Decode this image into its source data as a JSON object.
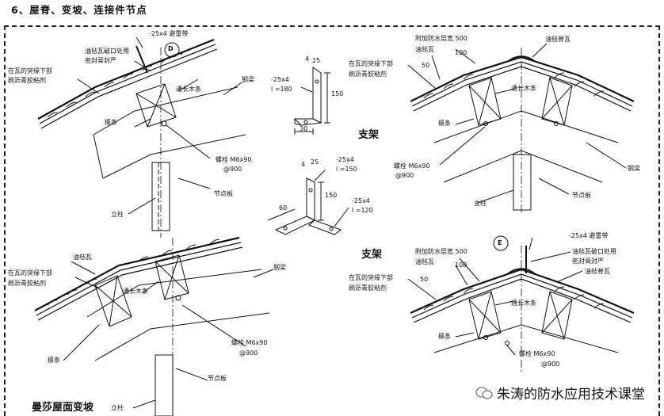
{
  "section_title": "6、屋脊、变坡、连接件节点",
  "top_left": {
    "flat_bar": "-25x4 避雷带",
    "marker": "D",
    "felt_break_1": "油毡瓦破口处用",
    "felt_break_2": "密封膏封严",
    "tile_edge_1": "在瓦的突缘下部",
    "tile_edge_2": "刷沥青胶粘剂",
    "timber": "通长木条",
    "steel_beam": "钢梁",
    "purlin": "檩条",
    "bolt_1": "螺栓 M6x90",
    "bolt_2": "@900",
    "node_plate": "节点板",
    "column": "立柱"
  },
  "bracket": {
    "top_spec_1": "-25x4",
    "top_spec_2": "l =180",
    "dim_4": "4",
    "dim_25": "25",
    "dim_150": "150",
    "dim_30": "30",
    "title": "支架",
    "b2_spec_1": "-25x4",
    "b2_spec_2": "l =150",
    "b2_dim_4": "4",
    "b2_dim_25": "25",
    "b2_dim_150": "150",
    "b2_dim_60": "60",
    "b2_spec_3": "-25x4",
    "b2_spec_4": "l =120",
    "title_2": "支架"
  },
  "top_right": {
    "extra_layer": "附加防水层宽 500",
    "felt_tile": "油毡瓦",
    "ridge_tile": "油毡脊瓦",
    "tile_edge_1": "在瓦的突缘下部",
    "tile_edge_2": "刷沥青胶粘剂",
    "dim_50": "50",
    "dim_100": "100",
    "timber": "通长木条",
    "purlin": "檩条",
    "bolt_1": "螺栓 M6x90",
    "bolt_2": "@900",
    "steel_beam": "钢梁",
    "node_plate": "节点板",
    "column": "立柱"
  },
  "bottom_left": {
    "felt_tile": "油毡瓦",
    "tile_edge_1": "在瓦的突缘下部",
    "tile_edge_2": "刷沥青胶粘剂",
    "timber": "通长木条",
    "steel_beam": "钢梁",
    "purlin": "檩条",
    "bolt_1": "螺栓 M6x90",
    "bolt_2": "@900",
    "node_plate": "节点板",
    "column": "立柱",
    "caption": "曼莎屋面变坡"
  },
  "bottom_right": {
    "flat_bar": "-25x4 避雷带",
    "marker": "E",
    "extra_layer": "附加防水层宽 500",
    "felt_break_1": "油毡瓦破口处用",
    "felt_break_2": "密封膏封严",
    "felt_tile": "油毡瓦",
    "ridge_tile": "油毡脊瓦",
    "tile_edge_1": "在瓦的突缘下部",
    "tile_edge_2": "刷沥青胶粘剂",
    "dim_50": "50",
    "dim_100": "100",
    "timber": "通长木条",
    "purlin": "檩条",
    "bolt_1": "螺栓 M6x90",
    "bolt_2": "@900"
  },
  "watermark": "朱涛的防水应用技术课堂"
}
